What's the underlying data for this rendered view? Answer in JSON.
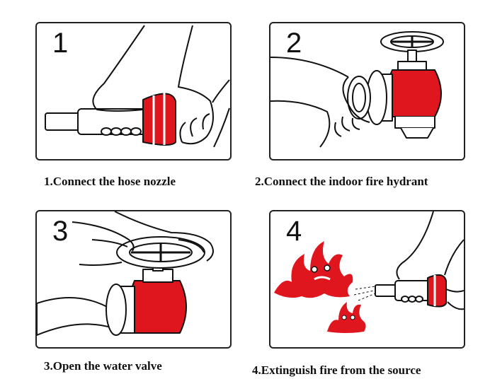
{
  "steps": [
    {
      "number": "1",
      "caption": "1.Connect the hose nozzle"
    },
    {
      "number": "2",
      "caption": "2.Connect the indoor fire hydrant"
    },
    {
      "number": "3",
      "caption": "3.Open the water valve"
    },
    {
      "number": "4",
      "caption": "4.Extinguish fire from the source"
    }
  ],
  "colors": {
    "accent": "#e0161e",
    "outline": "#111111",
    "background": "#ffffff"
  },
  "icons": [
    "hand-icon",
    "hose-nozzle-icon",
    "hose-coupling-icon",
    "hydrant-valve-icon",
    "fire-icon"
  ]
}
